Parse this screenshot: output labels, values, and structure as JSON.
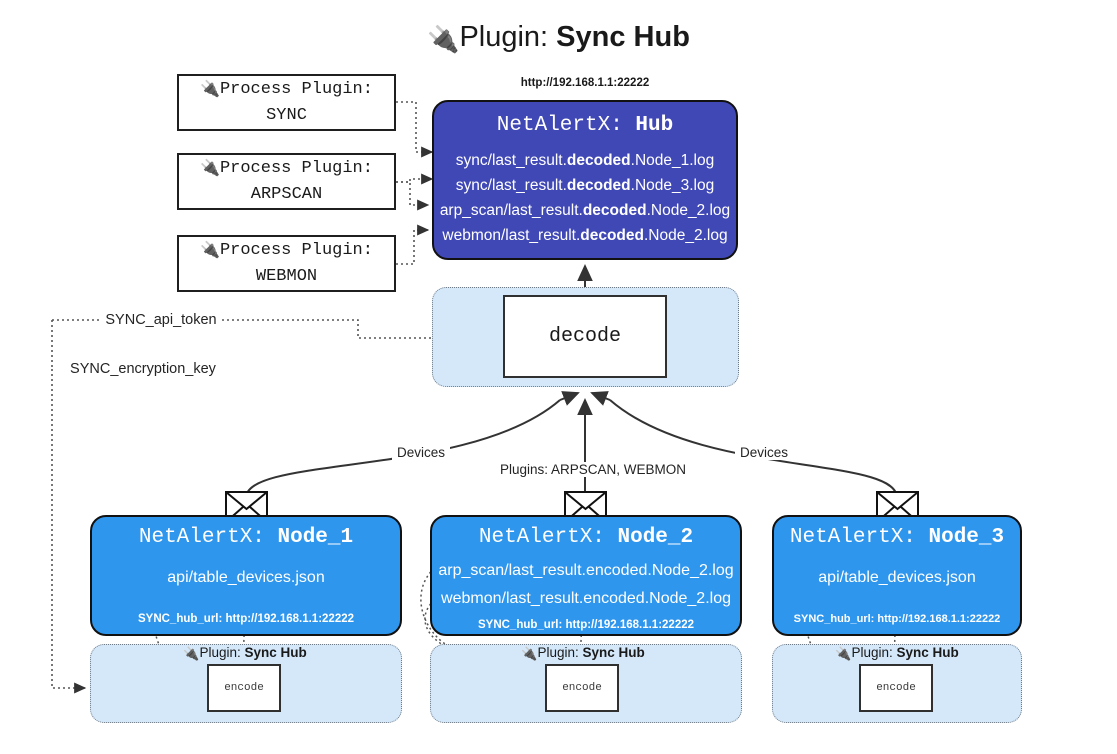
{
  "title": {
    "icon": "electric-plug-icon",
    "prefix": "Plugin: ",
    "name": "Sync Hub"
  },
  "process_plugins": [
    {
      "label": "Process Plugin:",
      "name": "SYNC"
    },
    {
      "label": "Process Plugin:",
      "name": "ARPSCAN"
    },
    {
      "label": "Process Plugin:",
      "name": "WEBMON"
    }
  ],
  "hub": {
    "url": "http://192.168.1.1:22222",
    "title_prefix": "NetAlertX: ",
    "title_name": "Hub",
    "logs": [
      {
        "pre": "sync/last_result.",
        "mid": "decoded",
        "post": ".Node_1.log"
      },
      {
        "pre": "sync/last_result.",
        "mid": "decoded",
        "post": ".Node_3.log"
      },
      {
        "pre": "arp_scan/last_result.",
        "mid": "decoded",
        "post": ".Node_2.log"
      },
      {
        "pre": "webmon/last_result.",
        "mid": "decoded",
        "post": ".Node_2.log"
      }
    ]
  },
  "decode": {
    "label": "decode"
  },
  "settings": {
    "api_token": "SYNC_api_token",
    "encryption_key": "SYNC_encryption_key"
  },
  "edge_labels": {
    "devices_left": "Devices",
    "devices_right": "Devices",
    "plugins_center": "Plugins: ARPSCAN, WEBMON"
  },
  "nodes": [
    {
      "title_prefix": "NetAlertX: ",
      "title_name": "Node_1",
      "lines": [
        "api/table_devices.json"
      ],
      "hub_url": "SYNC_hub_url: http://192.168.1.1:22222",
      "plugin_tag_prefix": "Plugin: ",
      "plugin_tag_name": "Sync Hub",
      "encode_label": "encode"
    },
    {
      "title_prefix": "NetAlertX: ",
      "title_name": "Node_2",
      "lines": [
        "arp_scan/last_result.encoded.Node_2.log",
        "webmon/last_result.encoded.Node_2.log"
      ],
      "hub_url": "SYNC_hub_url: http://192.168.1.1:22222",
      "plugin_tag_prefix": "Plugin: ",
      "plugin_tag_name": "Sync Hub",
      "encode_label": "encode"
    },
    {
      "title_prefix": "NetAlertX: ",
      "title_name": "Node_3",
      "lines": [
        "api/table_devices.json"
      ],
      "hub_url": "SYNC_hub_url: http://192.168.1.1:22222",
      "plugin_tag_prefix": "Plugin: ",
      "plugin_tag_name": "Sync Hub",
      "encode_label": "encode"
    }
  ],
  "colors": {
    "hub_fill": "#4048b5",
    "node_fill": "#2f96ee",
    "cluster_fill": "#d4e8fa",
    "stroke": "#111111"
  }
}
